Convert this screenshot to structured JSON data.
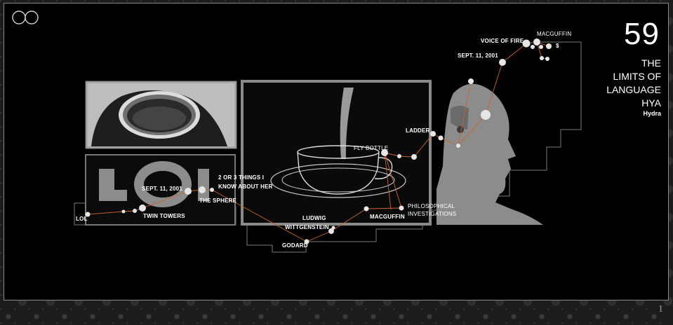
{
  "slide": {
    "number": "59",
    "title_lines": [
      "THE",
      "LIMITS OF",
      "LANGUAGE",
      "HYA"
    ],
    "subtitle": "Hydra",
    "page_number": "1"
  },
  "logo_icon": "infinity-loop-icon",
  "photos": {
    "cup_top_view": "coffee-cup-top-view-photo",
    "lol_letters": "lol-letters-photo",
    "coffee_pour": "coffee-pouring-cup-drawing",
    "profile": "man-profile-silhouette"
  },
  "labels": {
    "lol": "LOL",
    "twin_towers": "TWIN TOWERS",
    "sept11_left": "SEPT. 11, 2001",
    "two_or_three_line1": "2 OR 3 THINGS I",
    "two_or_three_line2": "KNOW ABOUT HER",
    "the_sphere": "THE SPHERE",
    "ludwig": "LUDWIG",
    "wittgenstein": "WITTGENSTEIN",
    "godard": "GODARD",
    "macguffin_mid": "MACGUFFIN",
    "philosophical_line1": "PHILOSOPHICAL",
    "philosophical_line2": "INVESTIGATIONS",
    "fly_bottle": "FLY BOTTLE",
    "ladder": "LADDER",
    "sept11_top": "SEPT. 11, 2001",
    "voice_of_fire": "VOICE OF FIRE",
    "macguffin_top": "MACGUFFIN",
    "dollar": "$"
  },
  "colors": {
    "edge": "#c8642a",
    "node": "#e6e6e6",
    "outline": "#7a7a7a"
  }
}
